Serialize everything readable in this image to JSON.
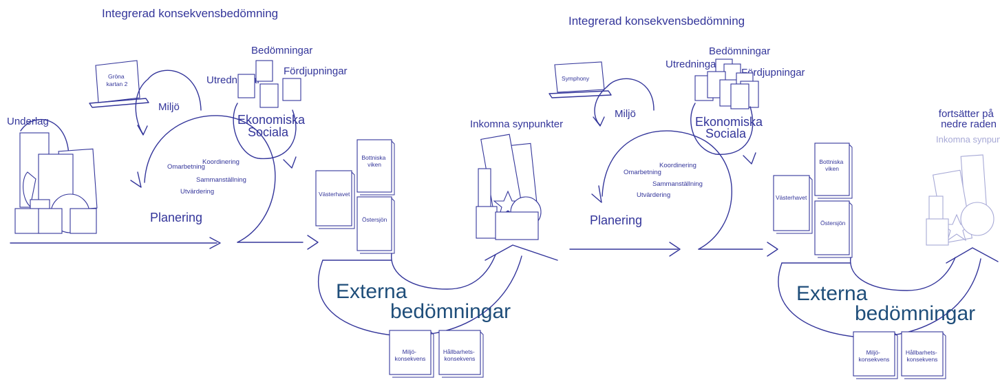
{
  "left": {
    "title": "Integrerad konsekvensbedömning",
    "laptop_screen": [
      "Gröna",
      "kartan 2"
    ],
    "underlag": "Underlag",
    "miljo": "Miljö",
    "utredningar": "Utredningar",
    "bedomningar": "Bedömningar",
    "fordjupningar": "Fördjupningar",
    "ekonomiska": "Ekonomiska",
    "sociala": "Sociala",
    "inner_steps": {
      "koordinering": "Koordinering",
      "omarbetning": "Omarbetning",
      "sammanstallning": "Sammanställning",
      "utvardering": "Utvärdering"
    },
    "planering": "Planering",
    "inkomna": "Inkomna synpunkter",
    "regions": {
      "bottniska": [
        "Bottniska",
        "viken"
      ],
      "vasterhavet": "Västerhavet",
      "ostersjon": "Östersjön"
    },
    "externa": "Externa",
    "bedomningar_big": "bedömningar",
    "books": {
      "miljo": [
        "Miljö-",
        "konsekvens"
      ],
      "hallbarhet": [
        "Hållbarhets-",
        "konsekvens"
      ]
    }
  },
  "right": {
    "title": "Integrerad konsekvensbedömning",
    "laptop_screen": "Symphony",
    "miljo": "Miljö",
    "utredningar": "Utredningar",
    "bedomningar": "Bedömningar",
    "fordjupningar": "Fördjupningar",
    "ekonomiska": "Ekonomiska",
    "sociala": "Sociala",
    "inner_steps": {
      "koordinering": "Koordinering",
      "omarbetning": "Omarbetning",
      "sammanstallning": "Sammanställning",
      "utvardering": "Utvärdering"
    },
    "planering": "Planering",
    "continues": [
      "fortsätter på",
      "nedre raden"
    ],
    "inkomna": "Inkomna synpunkter",
    "regions": {
      "bottniska": [
        "Bottniska",
        "viken"
      ],
      "vasterhavet": "Västerhavet",
      "ostersjon": "Östersjön"
    },
    "externa": "Externa",
    "bedomningar_big": "bedömningar",
    "books": {
      "miljo": [
        "Miljö-",
        "konsekvens"
      ],
      "hallbarhet": [
        "Hållbarhets-",
        "konsekvens"
      ]
    }
  },
  "colors": {
    "ink": "#33359a",
    "externa_text": "#1f4e7a",
    "faded": "#a7a9d6"
  },
  "icons": [
    "laptop-icon",
    "document-stack-icon",
    "book-icon",
    "arrow-icon",
    "circular-arrow-icon",
    "star-icon",
    "cube-icon"
  ]
}
